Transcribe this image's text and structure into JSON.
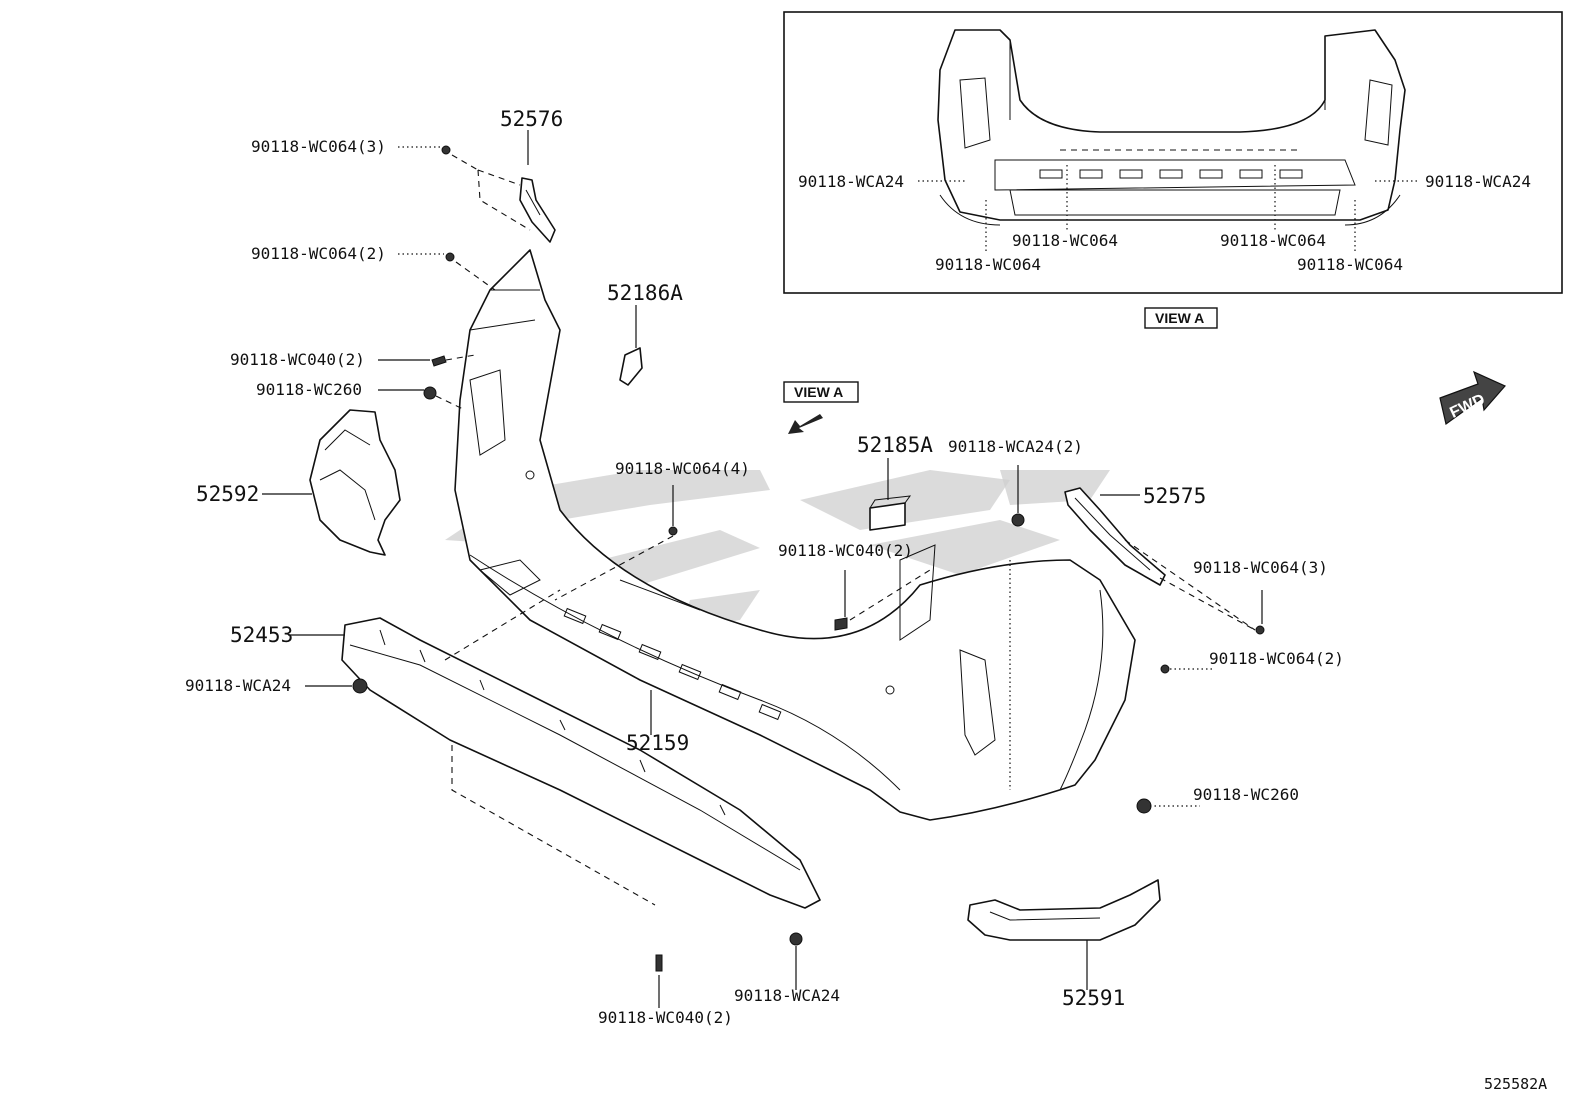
{
  "view_a_box": {
    "title": "VIEW A",
    "labels": {
      "left_wca24": "90118-WCA24",
      "right_wca24": "90118-WCA24",
      "mid_left_wc064": "90118-WC064",
      "mid_right_wc064": "90118-WC064",
      "low_left_wc064": "90118-WC064",
      "low_right_wc064": "90118-WC064"
    }
  },
  "view_a_arrow_label": "VIEW A",
  "fwd_label": "FWD",
  "parts": {
    "p52576": "52576",
    "p52186A": "52186A",
    "p52592": "52592",
    "p52453": "52453",
    "p52159": "52159",
    "p52185A": "52185A",
    "p52575": "52575",
    "p52591": "52591"
  },
  "fasteners": {
    "f1": "90118-WC064(3)",
    "f2": "90118-WC064(2)",
    "f3": "90118-WC040(2)",
    "f4": "90118-WC260",
    "f5": "90118-WCA24",
    "f6": "90118-WC064(4)",
    "f7": "90118-WC040(2)",
    "f8": "90118-WCA24(2)",
    "f9": "90118-WC064(3)",
    "f10": "90118-WC064(2)",
    "f11": "90118-WC260",
    "f12": "90118-WC040(2)",
    "f13": "90118-WCA24"
  },
  "reference_number": "525582A"
}
